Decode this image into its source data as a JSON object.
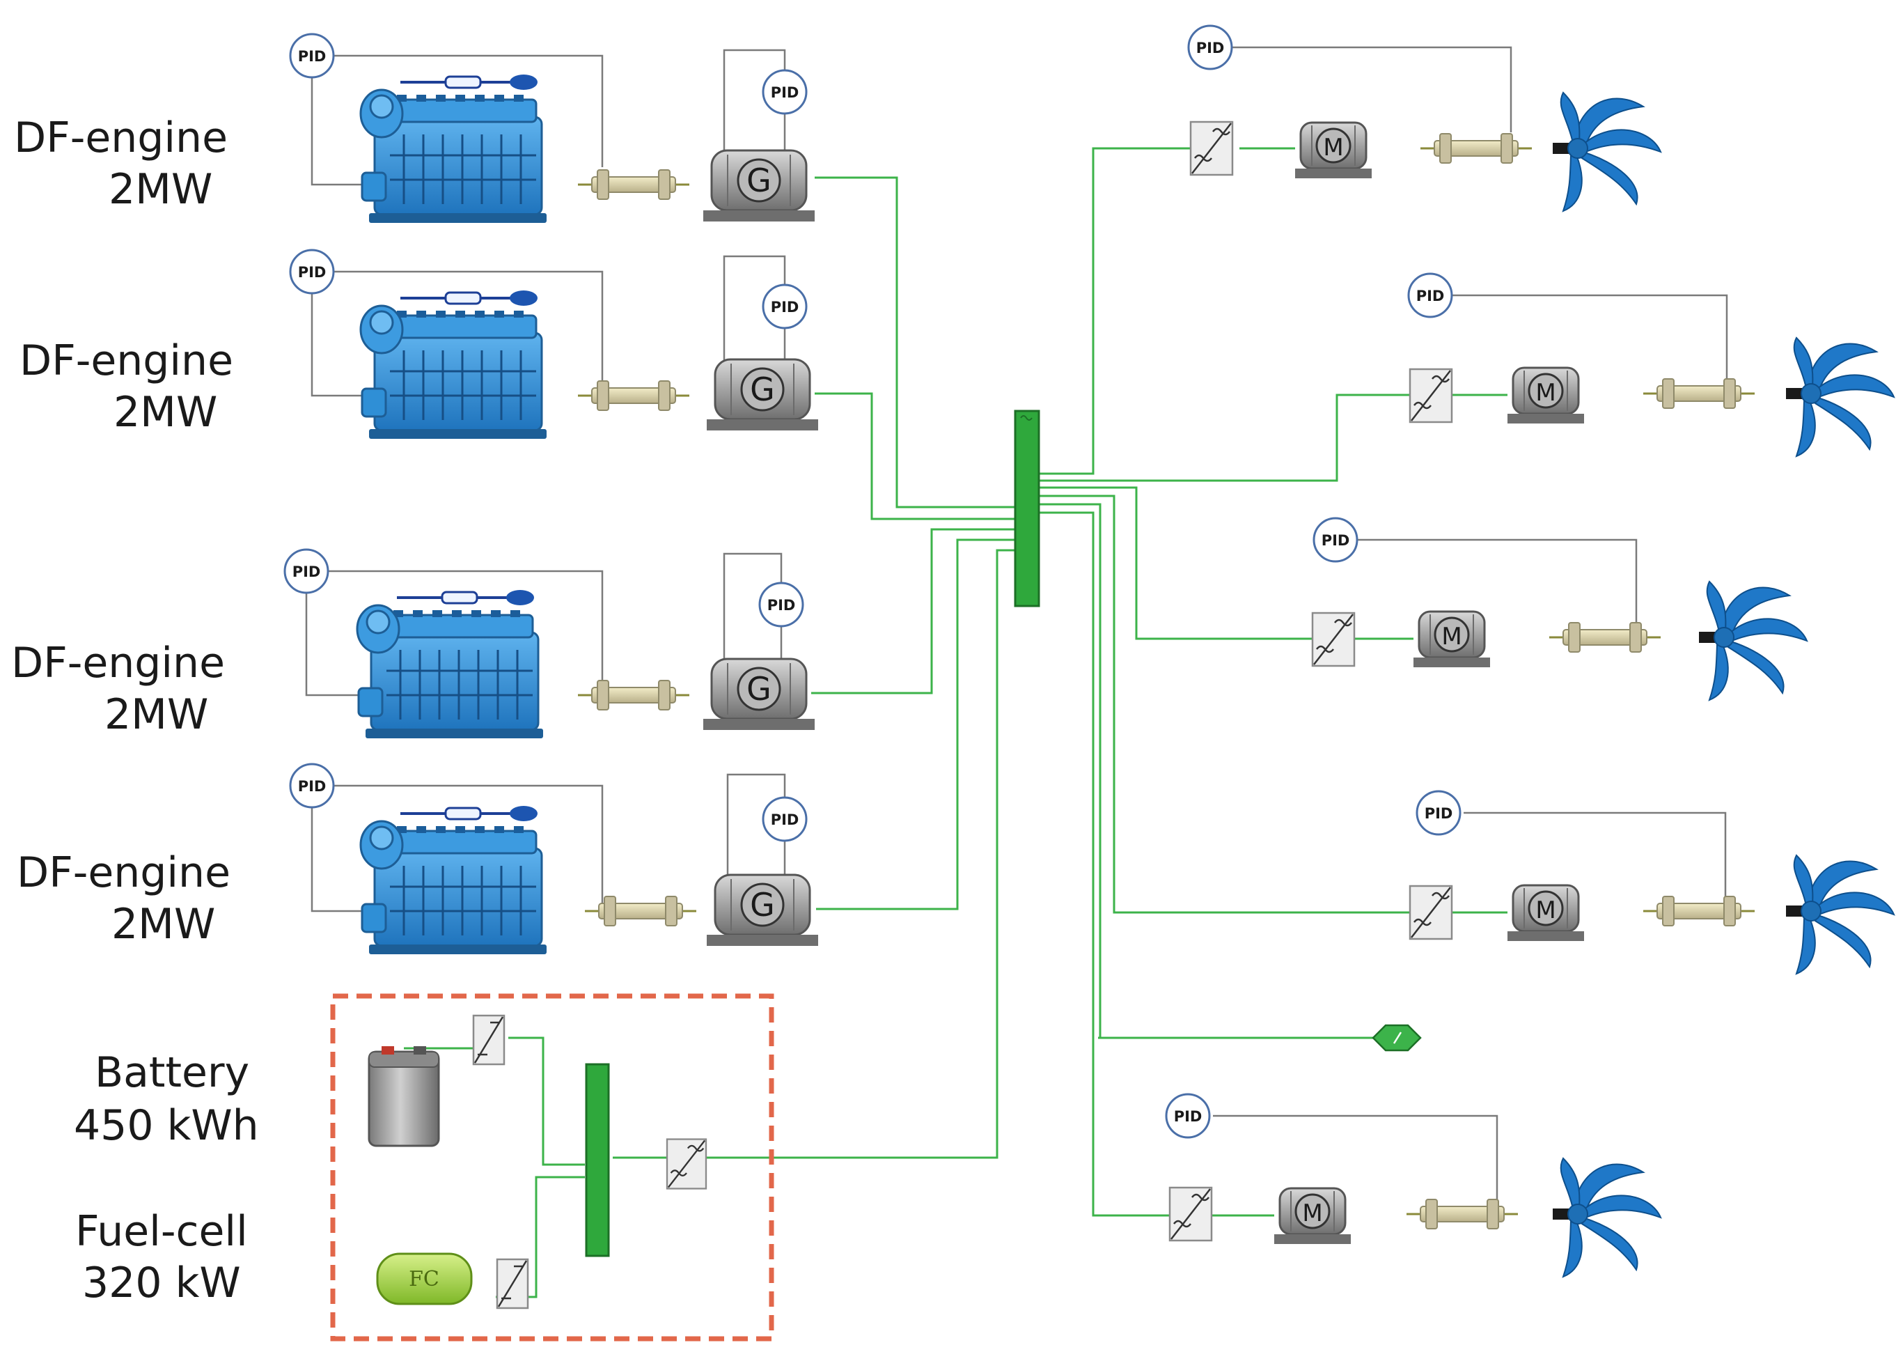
{
  "generators": [
    {
      "name": "DF-engine",
      "rating": "2MW"
    },
    {
      "name": "DF-engine",
      "rating": "2MW"
    },
    {
      "name": "DF-engine",
      "rating": "2MW"
    },
    {
      "name": "DF-engine",
      "rating": "2MW"
    }
  ],
  "battery": {
    "name": "Battery",
    "rating": "450 kWh"
  },
  "fuel_cell": {
    "name": "Fuel-cell",
    "rating": "320 kW",
    "symbol": "FC"
  },
  "symbols": {
    "pid": "PID",
    "generator": "G",
    "motor": "M"
  },
  "colors": {
    "engine": "#2f8fd6",
    "engine_dark": "#1d5e96",
    "electric_line": "#3cb34a",
    "bus": "#2fa83c",
    "signal_line": "#7a7a7a",
    "propeller": "#1f78c8",
    "machine": "#9a9a9a",
    "hybrid_box": "#e2674a",
    "fuel_cell": "#9ed13a"
  }
}
